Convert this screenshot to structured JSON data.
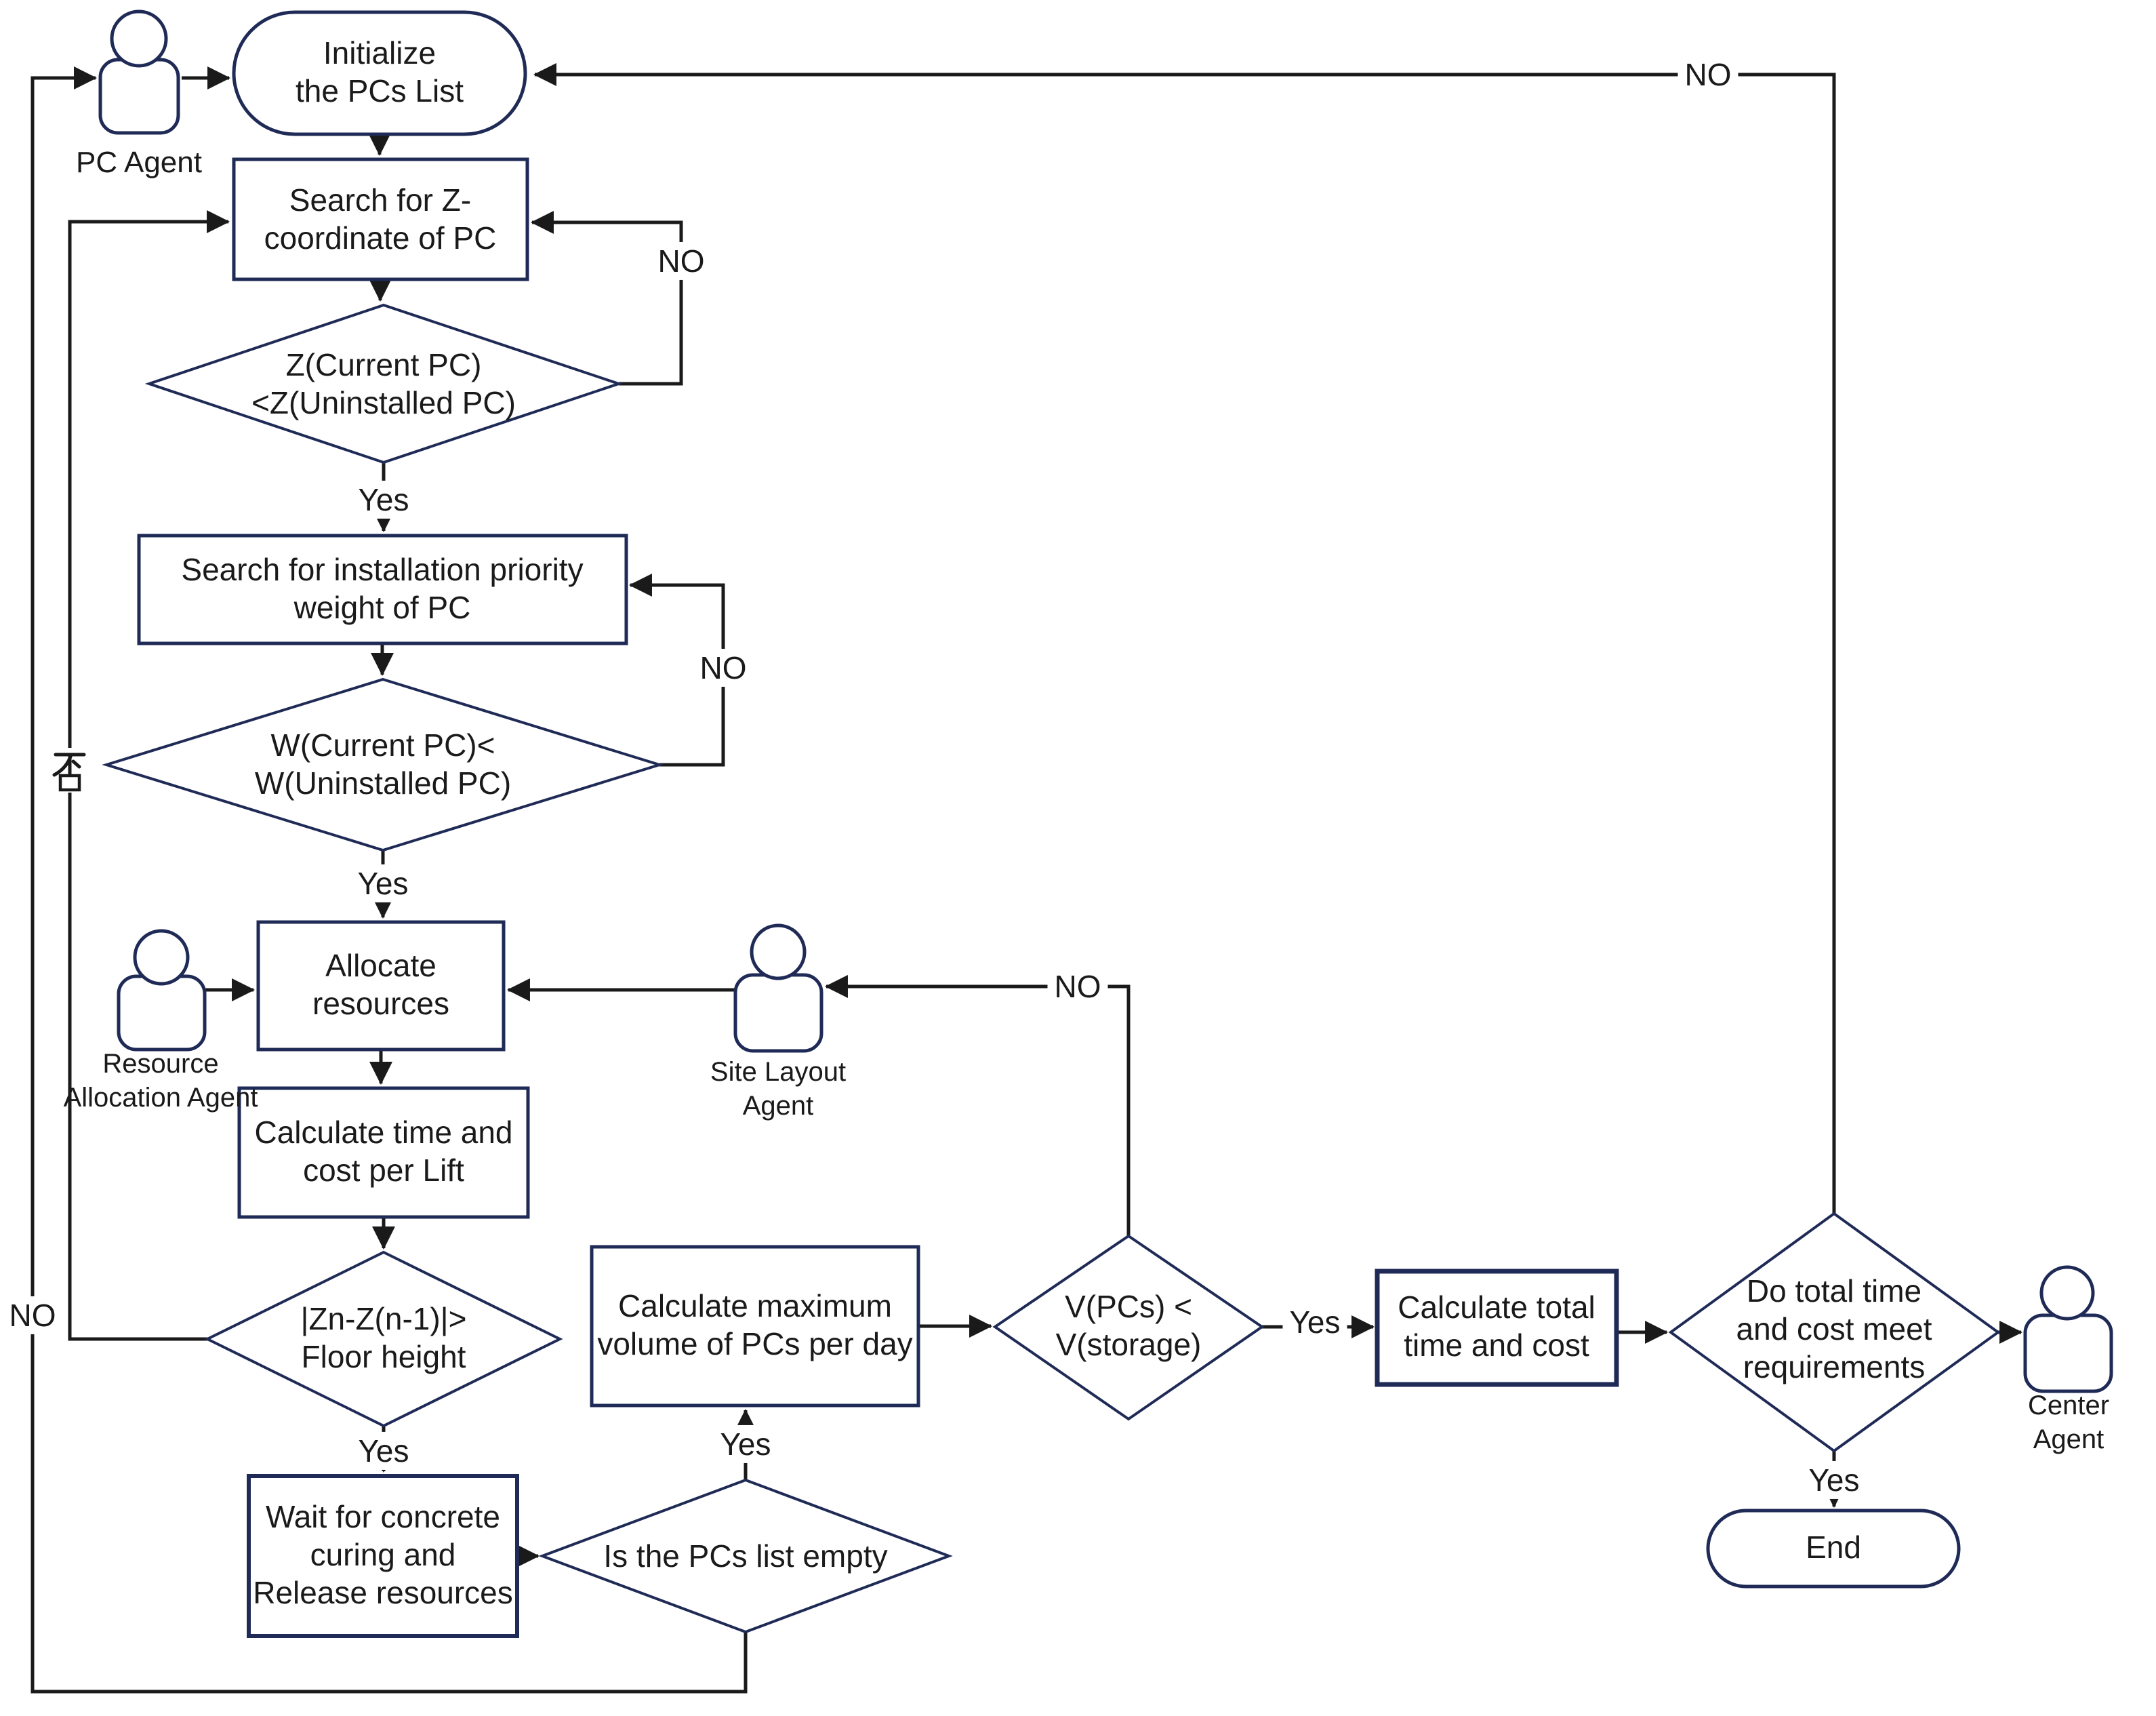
{
  "diagram": {
    "colors": {
      "background": "#ffffff",
      "shape_outline": "#1f2b56",
      "connector": "#1a1a1a",
      "text": "#1a1a1a"
    },
    "nodes": {
      "start": {
        "shape": "terminator",
        "label": "Initialize\nthe PCs List"
      },
      "search_z": {
        "shape": "process",
        "label": "Search for Z-\ncoordinate of PC"
      },
      "z_check": {
        "shape": "decision",
        "label": "Z(Current PC)\n<Z(Uninstalled PC)"
      },
      "search_weight": {
        "shape": "process",
        "label": "Search for installation priority\nweight of PC"
      },
      "w_check": {
        "shape": "decision",
        "label": "W(Current PC)<\nW(Uninstalled PC)"
      },
      "allocate": {
        "shape": "process",
        "label": "Allocate\nresources"
      },
      "calc_lift": {
        "shape": "process",
        "label": "Calculate time and\ncost per Lift"
      },
      "zn_check": {
        "shape": "decision",
        "label": "|Zn-Z(n-1)|>\nFloor height"
      },
      "wait_cure": {
        "shape": "process",
        "label": "Wait for concrete\ncuring and\nRelease resources"
      },
      "empty_check": {
        "shape": "decision",
        "label": "Is the PCs list empty"
      },
      "calc_max": {
        "shape": "process",
        "label": "Calculate maximum\nvolume of PCs per day"
      },
      "v_check": {
        "shape": "decision",
        "label": "V(PCs) <\nV(storage)"
      },
      "calc_total": {
        "shape": "process",
        "label": "Calculate total\ntime and cost"
      },
      "req_check": {
        "shape": "decision",
        "label": "Do total time\nand cost meet\nrequirements"
      },
      "end": {
        "shape": "terminator",
        "label": "End"
      }
    },
    "agents": {
      "pc": {
        "label": "PC Agent"
      },
      "resource": {
        "label": "Resource\nAllocation Agent"
      },
      "site": {
        "label": "Site Layout\nAgent"
      },
      "center": {
        "label": "Center Agent"
      }
    },
    "edge_labels": {
      "yes": "Yes",
      "no": "NO",
      "no_zh": "否"
    }
  }
}
